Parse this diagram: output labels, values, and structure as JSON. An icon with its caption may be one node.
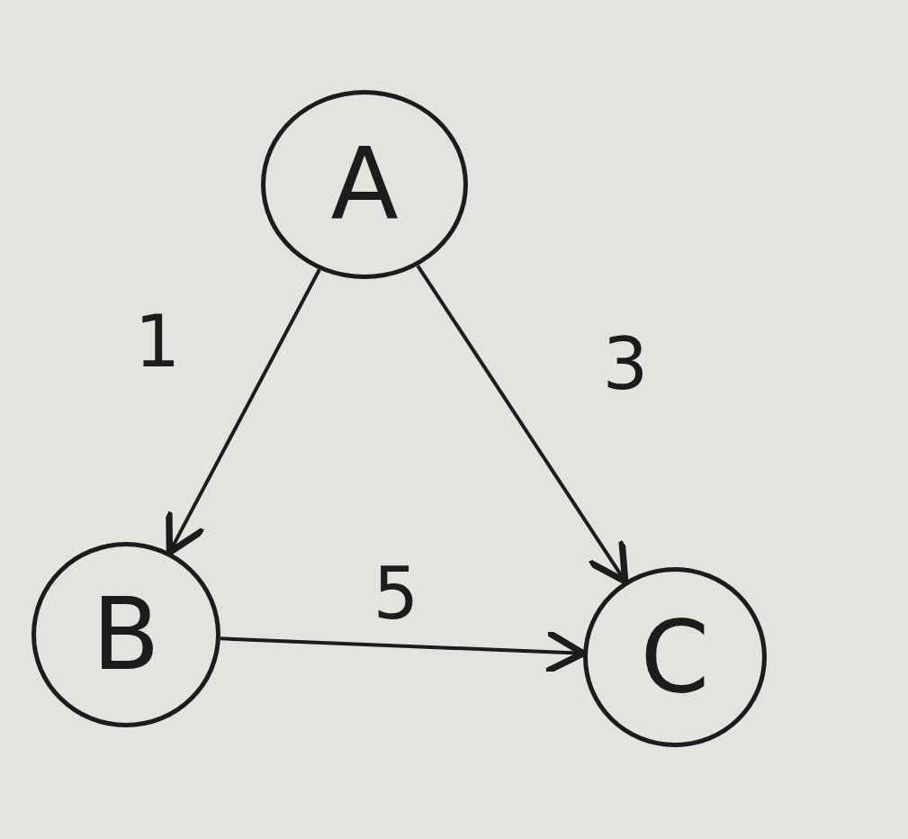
{
  "diagram": {
    "nodes": [
      {
        "text": [
          "A"
        ]
      },
      {
        "text": [
          "B"
        ]
      },
      {
        "text": [
          "C"
        ]
      }
    ],
    "edges": [
      {
        "from": 0,
        "to": 1,
        "arrow": "to",
        "label": "1"
      },
      {
        "from": 0,
        "to": 2,
        "arrow": "to",
        "label": "3"
      },
      {
        "from": 1,
        "to": 2,
        "arrow": "to",
        "label": "5"
      }
    ]
  }
}
